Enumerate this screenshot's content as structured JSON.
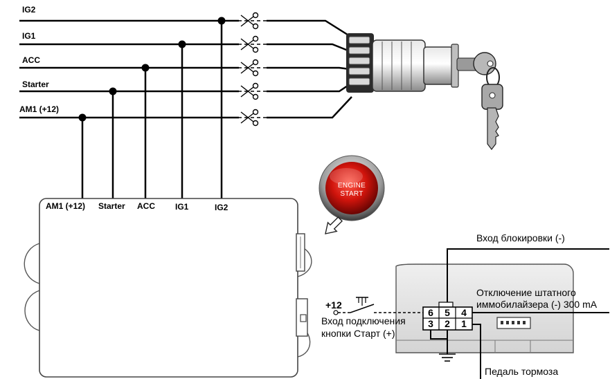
{
  "wires": {
    "ig2": "IG2",
    "ig1": "IG1",
    "acc": "ACC",
    "starter": "Starter",
    "am1": "AM1 (+12)"
  },
  "module": {
    "labels": {
      "am1": "AM1 (+12)",
      "starter": "Starter",
      "acc": "ACC",
      "ig1": "IG1",
      "ig2": "IG2"
    }
  },
  "button": {
    "line1": "ENGINE",
    "line2": "START"
  },
  "relay": {
    "block_input": "Вход блокировки (-)",
    "immobilizer_line1": "Отключение штатного",
    "immobilizer_line2": "иммобилайзера (-) 300 mA",
    "plus12": "+12",
    "start_input_line1": "Вход подключения",
    "start_input_line2": "кнопки Старт (+)",
    "brake": "Педаль тормоза",
    "pins": {
      "p1": "1",
      "p2": "2",
      "p3": "3",
      "p4": "4",
      "p5": "5",
      "p6": "6"
    }
  }
}
